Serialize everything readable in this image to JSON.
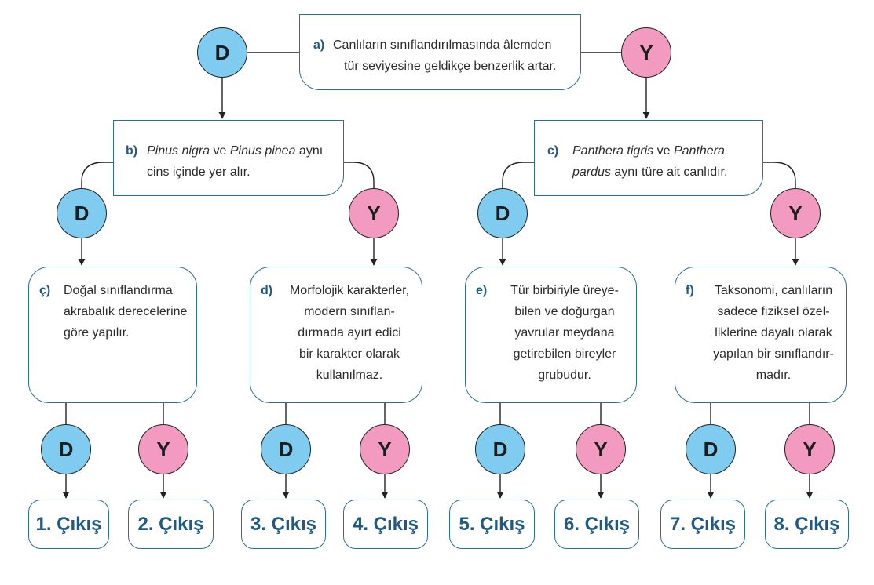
{
  "colors": {
    "d_circle": "#7fccf0",
    "y_circle": "#f29ac0",
    "box_border": "#2a6f95",
    "label_blue": "#1f5a85"
  },
  "answers": {
    "d": "D",
    "y": "Y"
  },
  "questions": {
    "a": {
      "letter": "a)",
      "lines": [
        "Canlıların sınıflandırılmasında âlemden",
        "tür seviyesine geldikçe benzerlik artar."
      ]
    },
    "b": {
      "letter": "b)",
      "line1_part1": "Pinus nigra",
      "line1_part2": " ve ",
      "line1_part3": "Pinus pinea",
      "line1_part4": " aynı",
      "line2": "cins içinde yer alır."
    },
    "c": {
      "letter": "c)",
      "line1_part1": "Panthera tigris",
      "line1_part2": " ve ",
      "line1_part3": "Panthera",
      "line2_part1": "pardus",
      "line2_part2": " aynı türe ait canlıdır."
    },
    "cc": {
      "letter": "ç)",
      "lines": [
        "Doğal sınıflandırma",
        "akrabalık derecelerine",
        "göre yapılır."
      ]
    },
    "d": {
      "letter": "d)",
      "lines": [
        "Morfolojik karakterler,",
        "modern sınıflan-",
        "dırmada ayırt edici",
        "bir karakter olarak",
        "kullanılmaz."
      ]
    },
    "e": {
      "letter": "e)",
      "lines": [
        "Tür birbiriyle üreye-",
        "bilen ve doğurgan",
        "yavrular meydana",
        "getirebilen bireyler",
        "grubudur."
      ]
    },
    "f": {
      "letter": "f)",
      "lines": [
        "Taksonomi, canlıların",
        "sadece fiziksel özel-",
        "liklerine dayalı olarak",
        "yapılan bir sınıflandır-",
        "madır."
      ]
    }
  },
  "exits": [
    "1. Çıkış",
    "2. Çıkış",
    "3. Çıkış",
    "4. Çıkış",
    "5. Çıkış",
    "6. Çıkış",
    "7. Çıkış",
    "8. Çıkış"
  ]
}
